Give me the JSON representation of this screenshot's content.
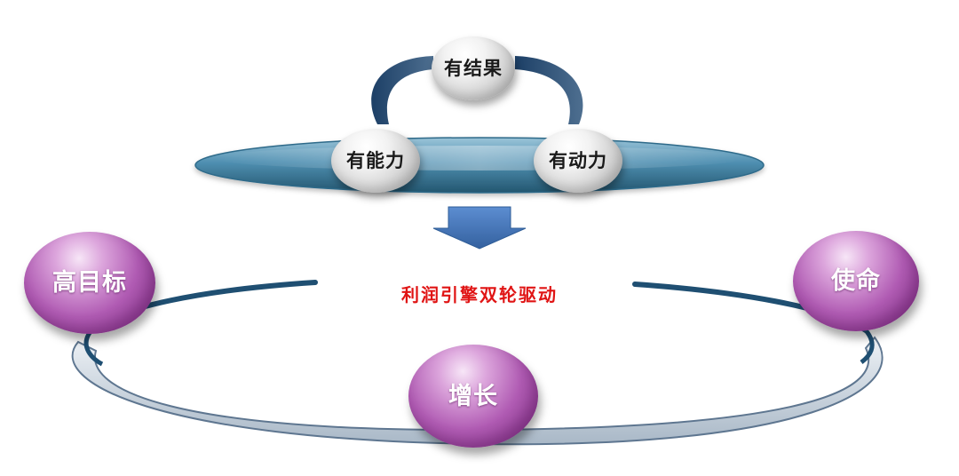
{
  "top_cluster": {
    "top": "有结果",
    "left": "有能力",
    "right": "有动力"
  },
  "center_label": "利润引擎双轮驱动",
  "ring": {
    "left": "高目标",
    "right": "使命",
    "bottom": "增长"
  },
  "colors": {
    "platform": "#4f8fb1",
    "arrow": "#4a78bf",
    "purple": "#b05bb3",
    "accent_red": "#e01414"
  }
}
